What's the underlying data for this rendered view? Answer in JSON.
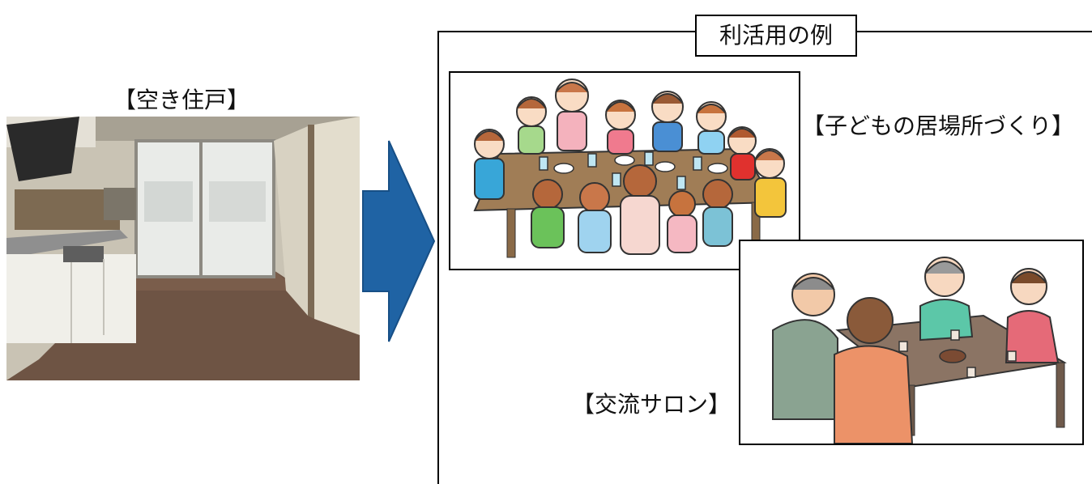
{
  "vacant": {
    "label": "【空き住戸】"
  },
  "frame": {
    "title": "利活用の例"
  },
  "examples": [
    {
      "label": "【子どもの居場所づくり】"
    },
    {
      "label": "【交流サロン】"
    }
  ],
  "colors": {
    "arrow": "#1f63a4",
    "table": "#9b7b55",
    "floor": "#6e5444"
  }
}
